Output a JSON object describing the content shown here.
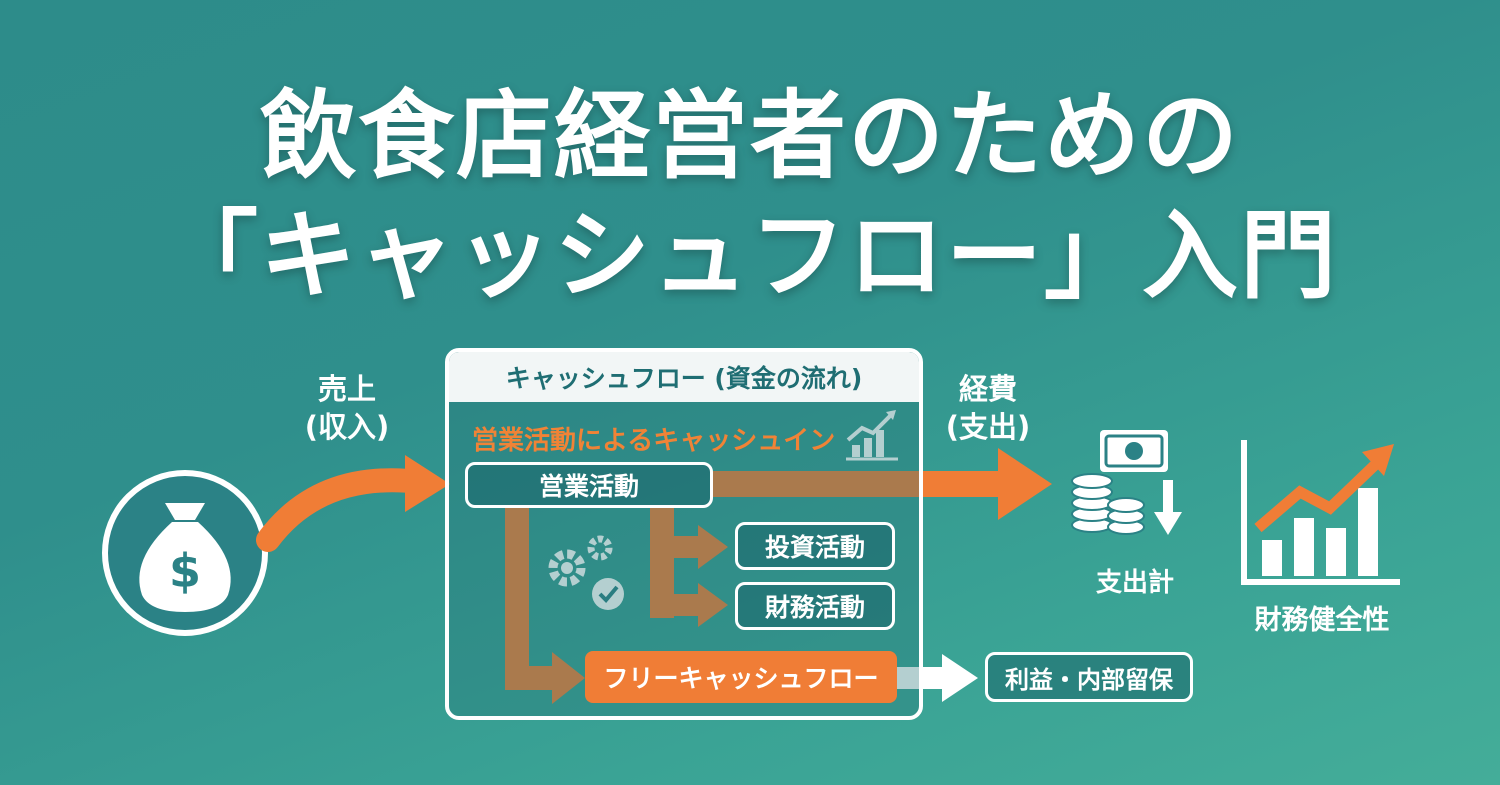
{
  "title": {
    "line1": "飲食店経営者のための",
    "line2": "「キャッシュフロー」入門"
  },
  "sales": {
    "label": "売上",
    "sub": "(収入)"
  },
  "panel": {
    "header": "キャッシュフロー (資金の流れ)",
    "subtitle": "営業活動によるキャッシュイン"
  },
  "nodes": {
    "operating": "営業活動",
    "investing": "投資活動",
    "financing": "財務活動",
    "free_cash_flow": "フリーキャッシュフロー",
    "profit_retained": "利益・内部留保"
  },
  "expenses": {
    "label": "経費",
    "sub": "(支出)",
    "total": "支出計"
  },
  "health": {
    "label": "財務健全性"
  },
  "icons": {
    "sales": "money-bag-icon",
    "growth": "growth-chart-icon",
    "settings": "gears-check-icon",
    "expenses": "cash-coins-icon",
    "health": "rising-chart-icon"
  },
  "colors": {
    "orange": "#f07d36",
    "white": "#ffffff",
    "teal": "#2d8c8a"
  }
}
